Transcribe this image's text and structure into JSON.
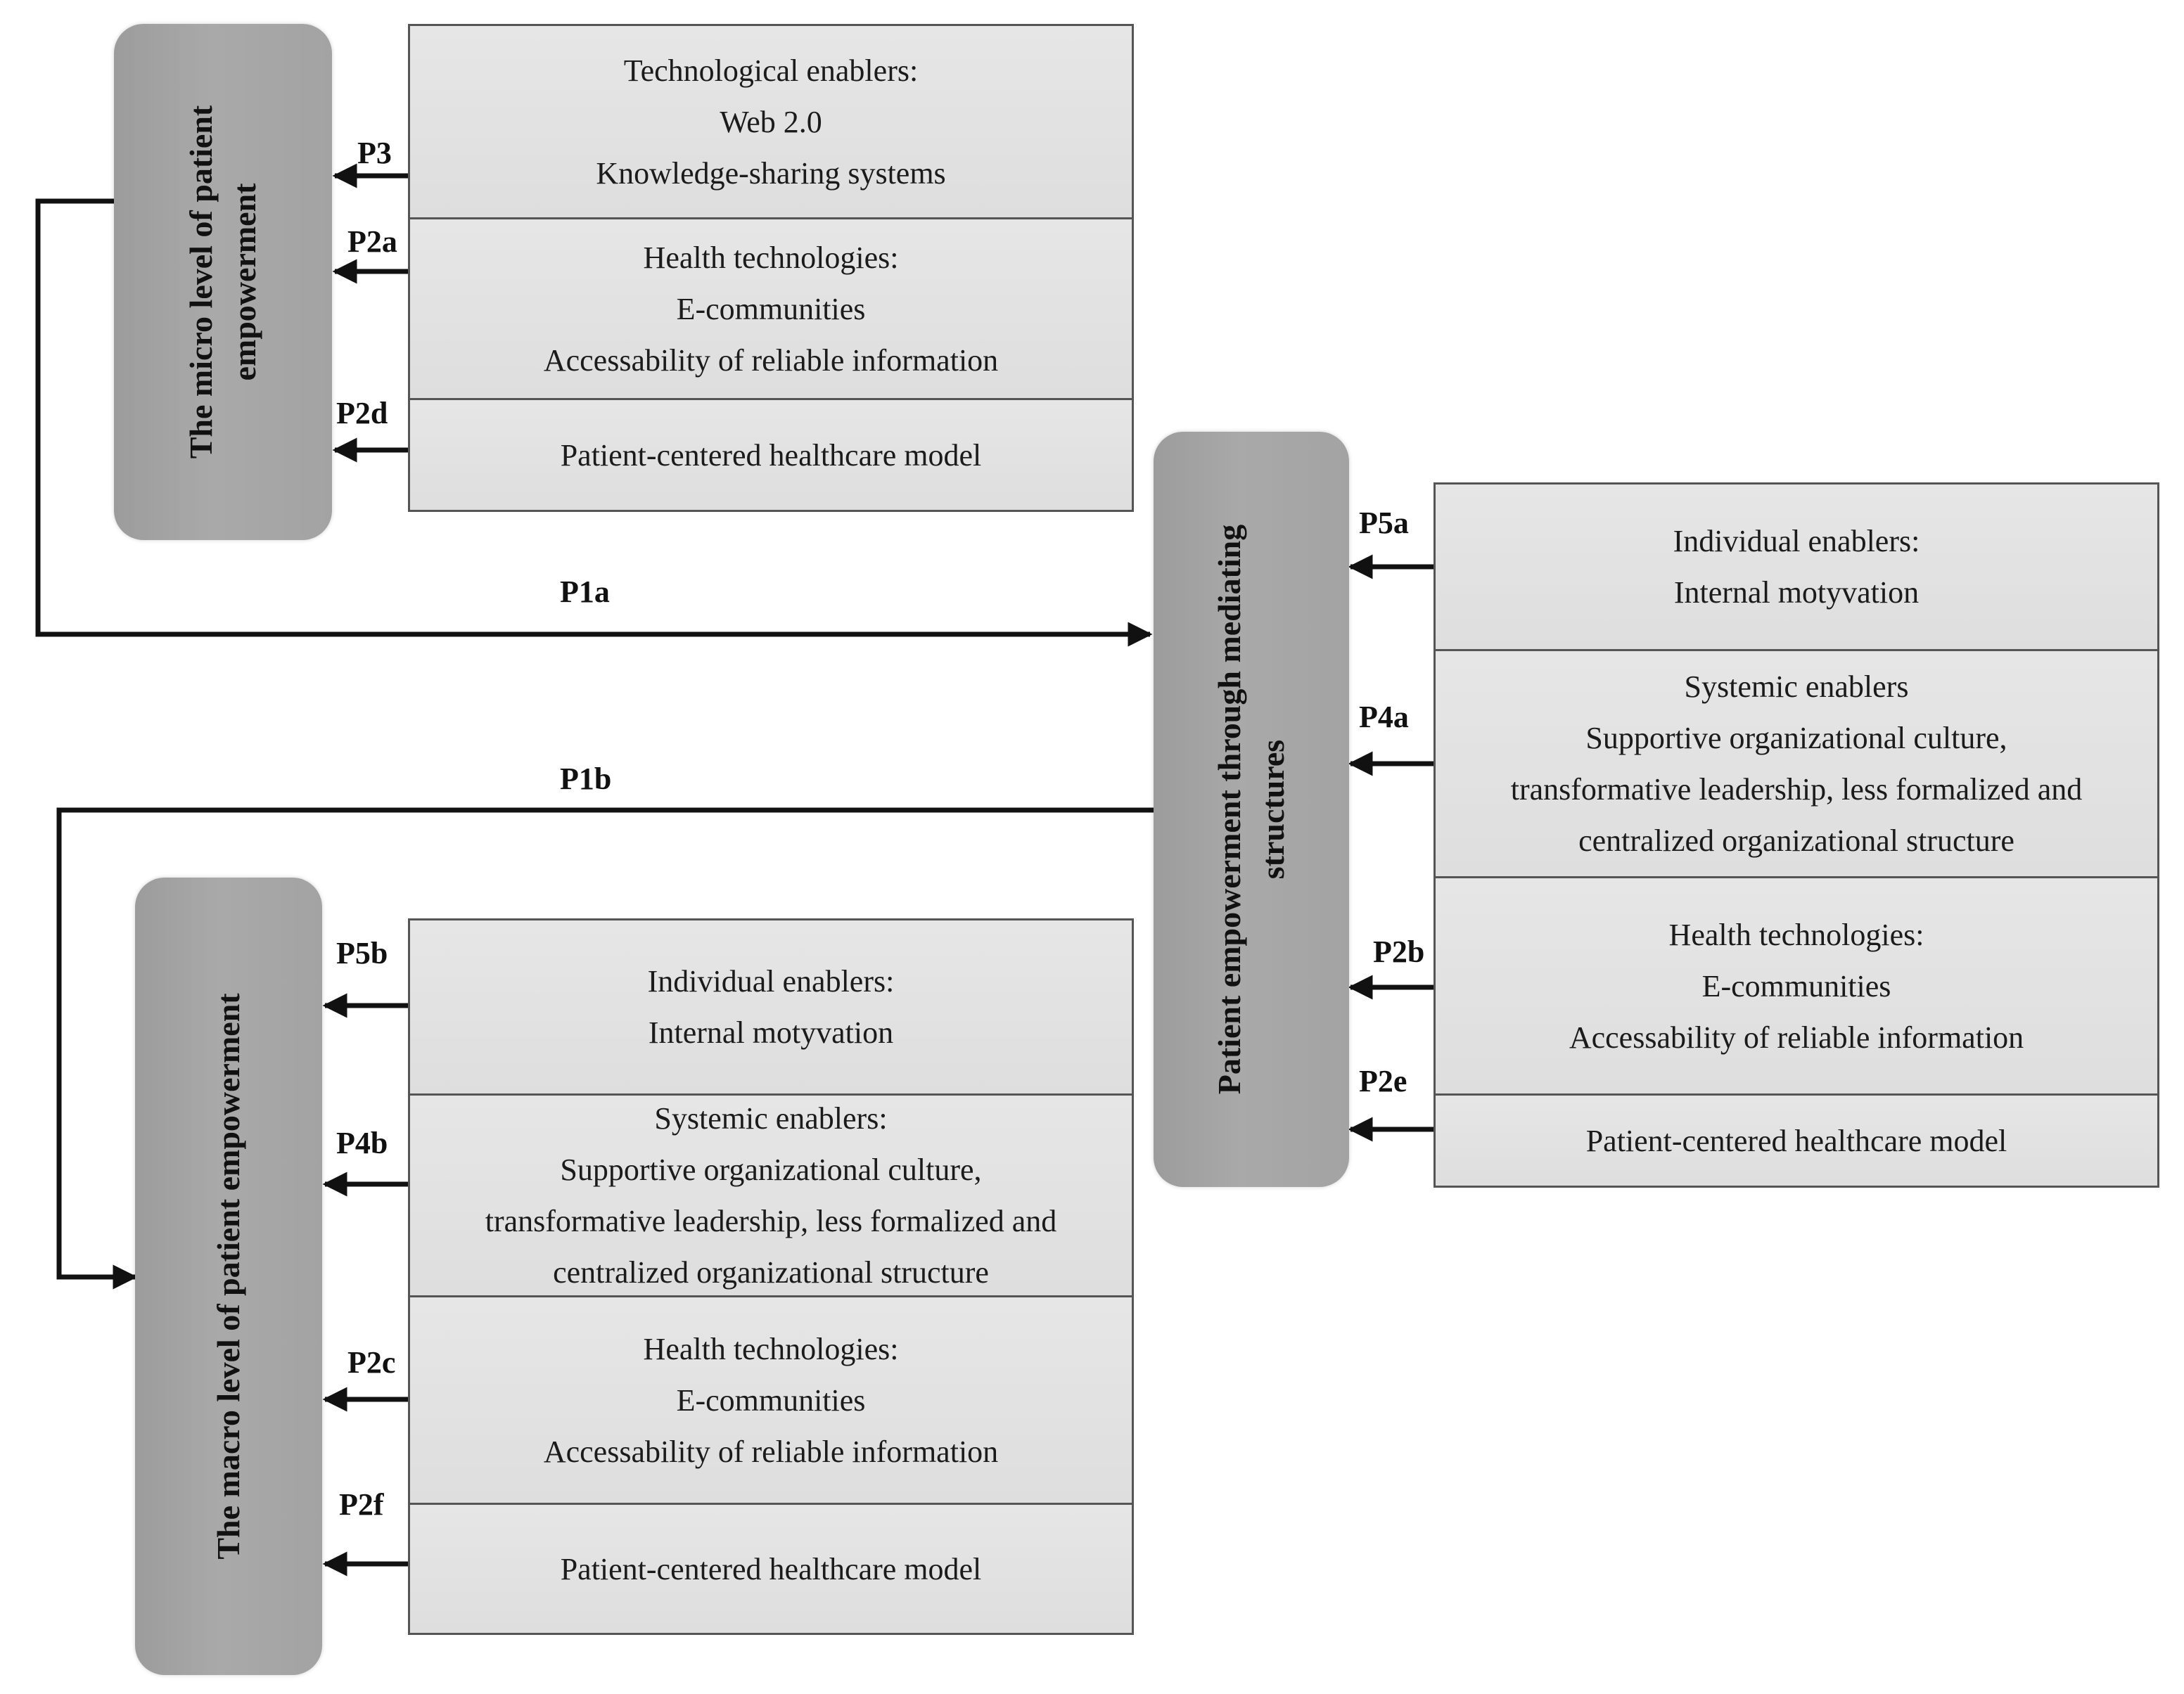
{
  "nodes": {
    "micro": {
      "label": "The micro level of patient empowerment"
    },
    "mediating": {
      "label": "Patient empowerment through mediating structures"
    },
    "macro": {
      "label": "The macro level of patient empowerment"
    }
  },
  "micro_boxes": [
    {
      "lines": [
        "Technological enablers:",
        "Web 2.0",
        "Knowledge-sharing systems"
      ]
    },
    {
      "lines": [
        "Health technologies:",
        "E-communities",
        "Accessability of reliable information"
      ]
    },
    {
      "lines": [
        "Patient-centered healthcare model"
      ]
    }
  ],
  "mediating_boxes": [
    {
      "lines": [
        "Individual enablers:",
        "Internal motyvation"
      ]
    },
    {
      "lines": [
        "Systemic enablers",
        "Supportive organizational culture,",
        "transformative leadership, less formalized and",
        "centralized organizational structure"
      ]
    },
    {
      "lines": [
        "Health technologies:",
        "E-communities",
        "Accessability of reliable information"
      ]
    },
    {
      "lines": [
        "Patient-centered healthcare model"
      ]
    }
  ],
  "macro_boxes": [
    {
      "lines": [
        "Individual enablers:",
        "Internal motyvation"
      ]
    },
    {
      "lines": [
        "Systemic enablers:",
        "Supportive organizational culture,",
        "transformative leadership, less formalized and",
        "centralized organizational structure"
      ]
    },
    {
      "lines": [
        "Health technologies:",
        "E-communities",
        "Accessability of reliable information"
      ]
    },
    {
      "lines": [
        "Patient-centered healthcare model"
      ]
    }
  ],
  "propositions": {
    "p3": "P3",
    "p2a": "P2a",
    "p2d": "P2d",
    "p1a": "P1a",
    "p1b": "P1b",
    "p5a": "P5a",
    "p4a": "P4a",
    "p2b": "P2b",
    "p2e": "P2e",
    "p5b": "P5b",
    "p4b": "P4b",
    "p2c": "P2c",
    "p2f": "P2f"
  },
  "colors": {
    "pill": "#a3a3a3",
    "box_fill": "#e2e2e2",
    "box_border": "#555555",
    "arrow": "#111111"
  }
}
